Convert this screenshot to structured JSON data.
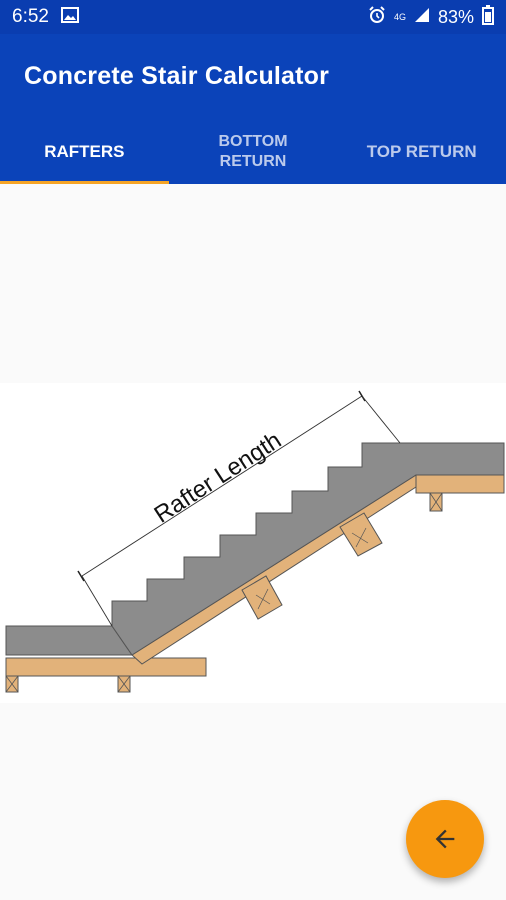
{
  "status_bar": {
    "time": "6:52",
    "network": "4G",
    "battery": "83%"
  },
  "app": {
    "title": "Concrete Stair Calculator"
  },
  "tabs": [
    {
      "label": "RAFTERS",
      "active": true
    },
    {
      "label": "BOTTOM RETURN",
      "active": false
    },
    {
      "label": "TOP RETURN",
      "active": false
    }
  ],
  "diagram": {
    "label": "Rafter Length"
  },
  "fab": {
    "icon": "arrow-back-icon"
  },
  "colors": {
    "status_bar": "#0a3db0",
    "app_bar": "#0b43b9",
    "tab_indicator": "#f5a425",
    "fab": "#f7980f",
    "concrete": "#8c8c8c",
    "wood": "#e2b27a"
  }
}
